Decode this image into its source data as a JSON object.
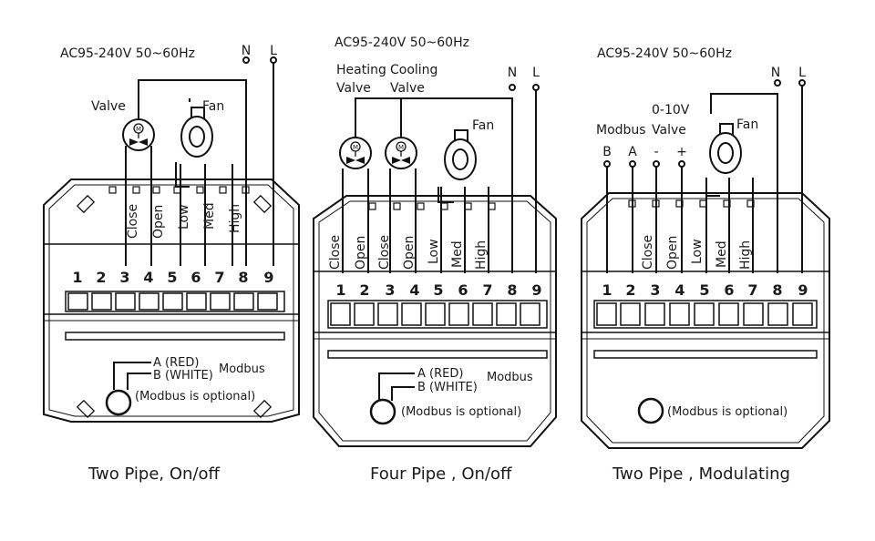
{
  "diagrams": [
    {
      "caption": "Two Pipe, On/off",
      "supply": "AC95-240V  50~60Hz",
      "n_label": "N",
      "l_label": "L",
      "valve_label": "Valve",
      "fan_label": "Fan",
      "terminals": [
        "1",
        "2",
        "3",
        "4",
        "5",
        "6",
        "7",
        "8",
        "9"
      ],
      "wire_labels": [
        "Close",
        "Open",
        "Low",
        "Med",
        "High"
      ],
      "modbus_a": "A (RED)",
      "modbus_b": "B (WHITE)",
      "modbus_label": "Modbus",
      "modbus_note": "(Modbus is optional)"
    },
    {
      "caption": "Four Pipe , On/off",
      "supply": "AC95-240V  50~60Hz",
      "n_label": "N",
      "l_label": "L",
      "heating_label_1": "Heating",
      "heating_label_2": "Valve",
      "cooling_label_1": "Cooling",
      "cooling_label_2": "Valve",
      "fan_label": "Fan",
      "terminals": [
        "1",
        "2",
        "3",
        "4",
        "5",
        "6",
        "7",
        "8",
        "9"
      ],
      "wire_labels": [
        "Close",
        "Open",
        "Close",
        "Open",
        "Low",
        "Med",
        "High"
      ],
      "modbus_a": "A (RED)",
      "modbus_b": "B (WHITE)",
      "modbus_label": "Modbus",
      "modbus_note": "(Modbus is optional)"
    },
    {
      "caption": "Two Pipe , Modulating",
      "supply": "AC95-240V  50~60Hz",
      "n_label": "N",
      "l_label": "L",
      "modbus_label": "Modbus",
      "valve_label_1": "0-10V",
      "valve_label_2": "Valve",
      "fan_label": "Fan",
      "bus_labels": [
        "B",
        "A",
        "-",
        "+"
      ],
      "terminals": [
        "1",
        "2",
        "3",
        "4",
        "5",
        "6",
        "7",
        "8",
        "9"
      ],
      "wire_labels": [
        "Close",
        "Open",
        "Low",
        "Med",
        "High"
      ],
      "modbus_note": "(Modbus is optional)"
    }
  ]
}
